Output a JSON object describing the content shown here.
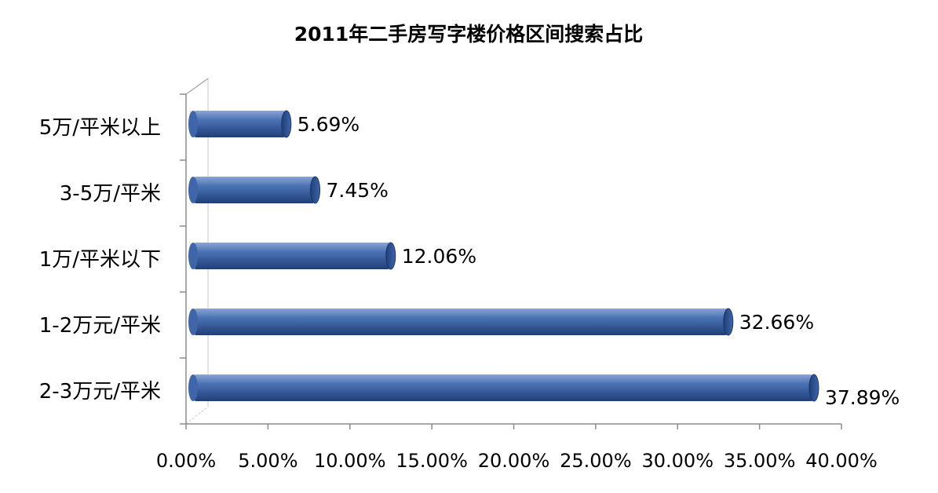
{
  "chart_data": {
    "type": "bar",
    "orientation": "horizontal",
    "title": "2011年二手房写字楼价格区间搜索占比",
    "categories": [
      "5万/平米以上",
      "3-5万/平米",
      "1万/平米以下",
      "1-2万元/平米",
      "2-3万元/平米"
    ],
    "values": [
      5.69,
      7.45,
      12.06,
      32.66,
      37.89
    ],
    "data_labels": [
      "5.69%",
      "7.45%",
      "12.06%",
      "32.66%",
      "37.89%"
    ],
    "xlim": [
      0,
      40
    ],
    "xticks": [
      "0.00%",
      "5.00%",
      "10.00%",
      "15.00%",
      "20.00%",
      "25.00%",
      "30.00%",
      "35.00%",
      "40.00%"
    ],
    "xlabel": "",
    "ylabel": "",
    "grid": false,
    "legend": "none",
    "style": "3d-cylinder",
    "colors": {
      "bar_light": "#6d8fc4",
      "bar_mid": "#3f66a8",
      "bar_dark": "#1f3f78",
      "axis": "#8c8c8c"
    }
  }
}
